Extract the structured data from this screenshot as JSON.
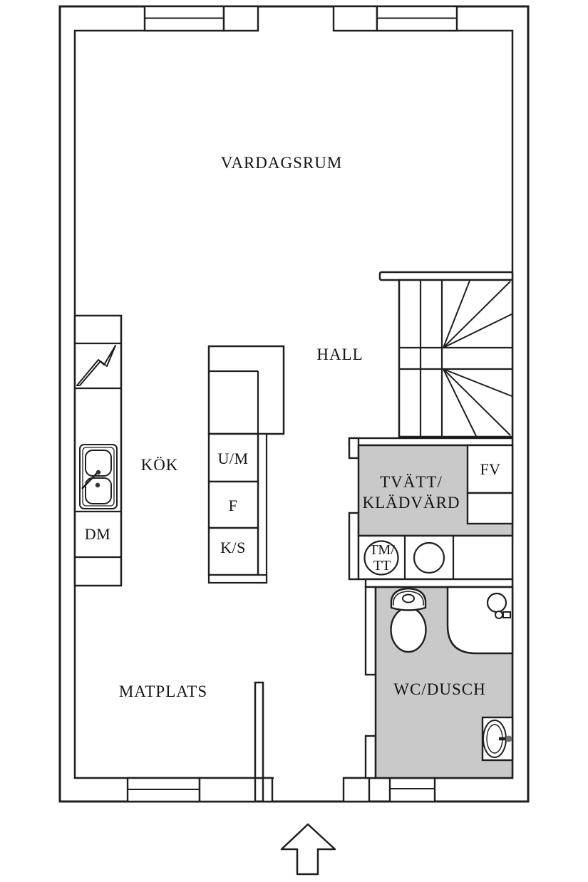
{
  "plan_type": "apartment floor plan",
  "labels": {
    "vardagsrum": "VARDAGSRUM",
    "hall": "HALL",
    "kok": "KÖK",
    "matplats": "MATPLATS",
    "tvatt_line1": "TVÄTT/",
    "tvatt_line2": "KLÄDVÄRD",
    "wc_dusch": "WC/DUSCH",
    "um": "U/M",
    "f": "F",
    "ks": "K/S",
    "dm": "DM",
    "fv": "FV",
    "tm": "TM/",
    "tt": "TT"
  },
  "colors": {
    "line": "#1f1f1f",
    "room_gray": "#c9c9c9",
    "background": "#ffffff"
  },
  "icons": {
    "stairs": "u-shaped winder staircase symbol",
    "entrance_arrow": "entrance direction arrow pointing up into plan",
    "toilet": "toilet with tank symbol",
    "shower": "corner shower with shower head symbol",
    "washbasin": "oval washbasin with tap symbol",
    "washer": "round drum machine symbol (TM/TT)",
    "dryer": "round drum machine symbol",
    "kitchen_sink": "double-bowl kitchen sink with faucet symbol",
    "stove": "electric stove lightning-bolt symbol",
    "window": "double-line window symbol"
  }
}
